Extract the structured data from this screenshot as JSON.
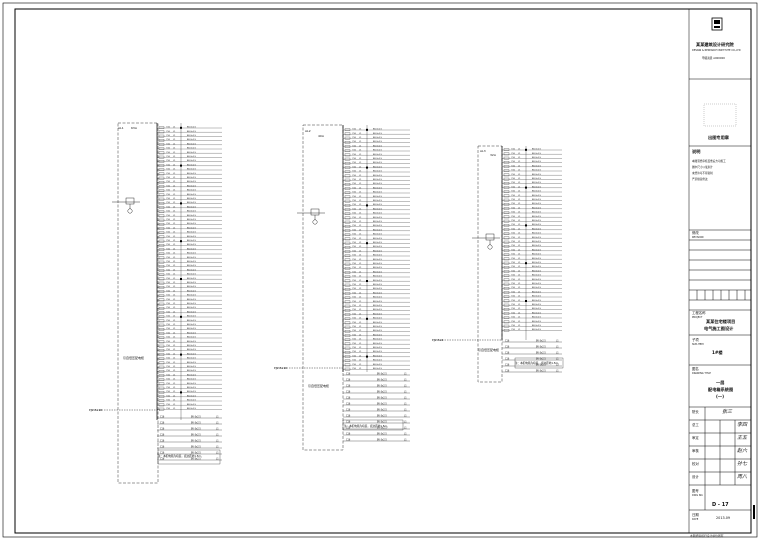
{
  "title_block": {
    "company_cn": "某某建筑设计研究院",
    "company_en": "DESIGN & RESEARCH INSTITUTE CO.,LTD",
    "cert_line": "甲级资质 A000000",
    "seal_caption": "出图专用章",
    "notes_heading": "说明",
    "notes_lines": [
      "本图须经审核盖章后方可施工",
      "图中尺寸以毫米计",
      "未经许可不得复制",
      "严禁擅自修改"
    ],
    "revision_heading": "修改",
    "revision_sub": "REVISION",
    "project_label": "工程名称",
    "project_sub": "PROJECT",
    "project_name_1": "某某住宅楼项目",
    "project_name_2": "电气施工图设计",
    "subitem_label": "子项",
    "subitem_sub": "SUB-ITEM",
    "subitem_value": "1#楼",
    "drawing_title_label": "图名",
    "drawing_title_sub": "DRAWING TITLE",
    "drawing_title_1": "一层",
    "drawing_title_2": "配电箱系统图",
    "drawing_title_3": "(一)",
    "sign_rows": [
      {
        "label": "院长",
        "value": "张三"
      },
      {
        "label": "总工",
        "value": "李四"
      },
      {
        "label": "审定",
        "value": "王五"
      },
      {
        "label": "审核",
        "value": "赵六"
      },
      {
        "label": "校对",
        "value": "孙七"
      },
      {
        "label": "设计",
        "value": "周八"
      }
    ],
    "sheet_label": "图号",
    "sheet_sub": "DWG NO.",
    "sheet_number": "D - 17",
    "date_label": "日期",
    "date_sub": "DATE",
    "date_value": "2013.09"
  },
  "panels": [
    {
      "id": "panel-1",
      "name": "AL1",
      "rating": "63A",
      "incoming": "YJV-5x16",
      "incoming_note": "引自低压配电柜",
      "footnote": "注：本配电箱为暗装，底边距地1.5m。"
    },
    {
      "id": "panel-2",
      "name": "AL2",
      "rating": "40A",
      "incoming": "YJV-5x10",
      "incoming_note": "引自低压配电柜",
      "footnote": "注：本配电箱为暗装，底边距地1.5m。"
    },
    {
      "id": "panel-3",
      "name": "AL3",
      "rating": "32A",
      "incoming": "YJV-5x6",
      "incoming_note": "引自低压配电柜",
      "footnote": "注：本配电箱为暗装，底边距地1.5m。"
    }
  ],
  "circuit_labels": {
    "breaker": "C16",
    "cable": "BV-3x2.5",
    "phase": "L1"
  },
  "footer_text": "本图纸版权归设计单位所有"
}
